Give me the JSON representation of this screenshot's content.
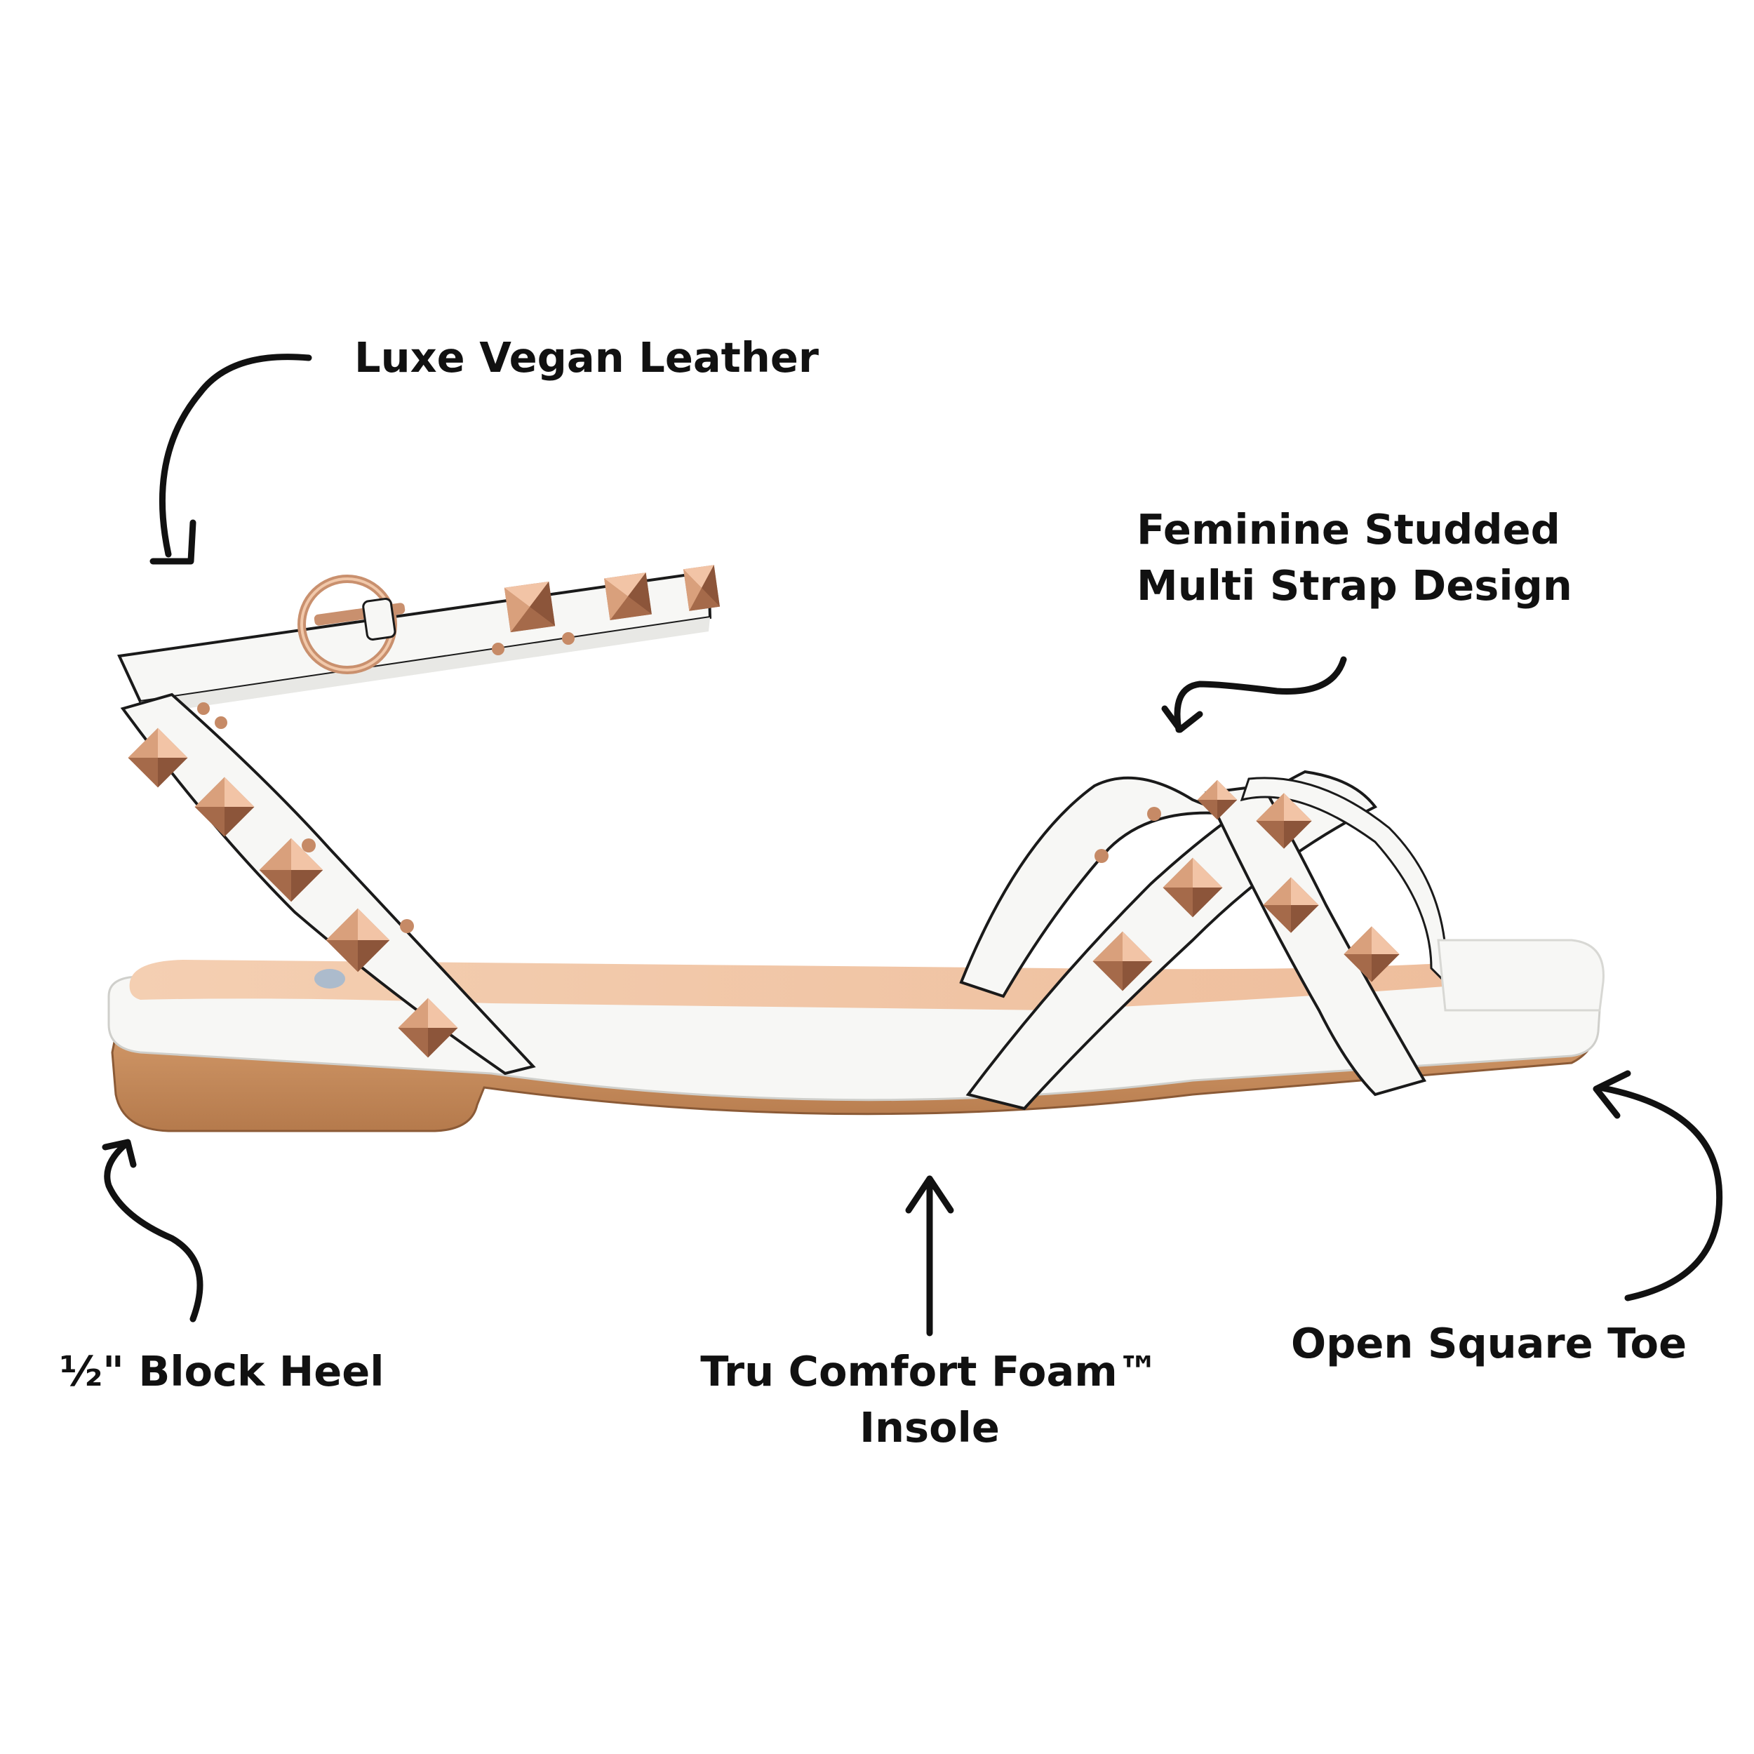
{
  "image_alt": "White flat sandal with rose-gold pyramid studs, ankle strap with buckle, and crossed toe straps",
  "colors": {
    "leather": "#f7f7f5",
    "outline": "#1a1a1a",
    "stud": "#c98f6c",
    "stud_dark": "#8c553a",
    "stud_light": "#f2c4a6",
    "footbed": "#f0c7a8",
    "outsole": "#c48a5c",
    "text": "#111111"
  },
  "callouts": {
    "luxe": "Luxe Vegan Leather",
    "feminine": [
      "Feminine Studded",
      "Multi Strap Design"
    ],
    "heel": "½\" Block Heel",
    "foam": [
      "Tru Comfort Foam™",
      "Insole"
    ],
    "toe": "Open Square Toe"
  },
  "icons": {
    "arrows": [
      "curved-arrow-icon",
      "wavy-arrow-icon",
      "up-arrow-icon"
    ]
  }
}
